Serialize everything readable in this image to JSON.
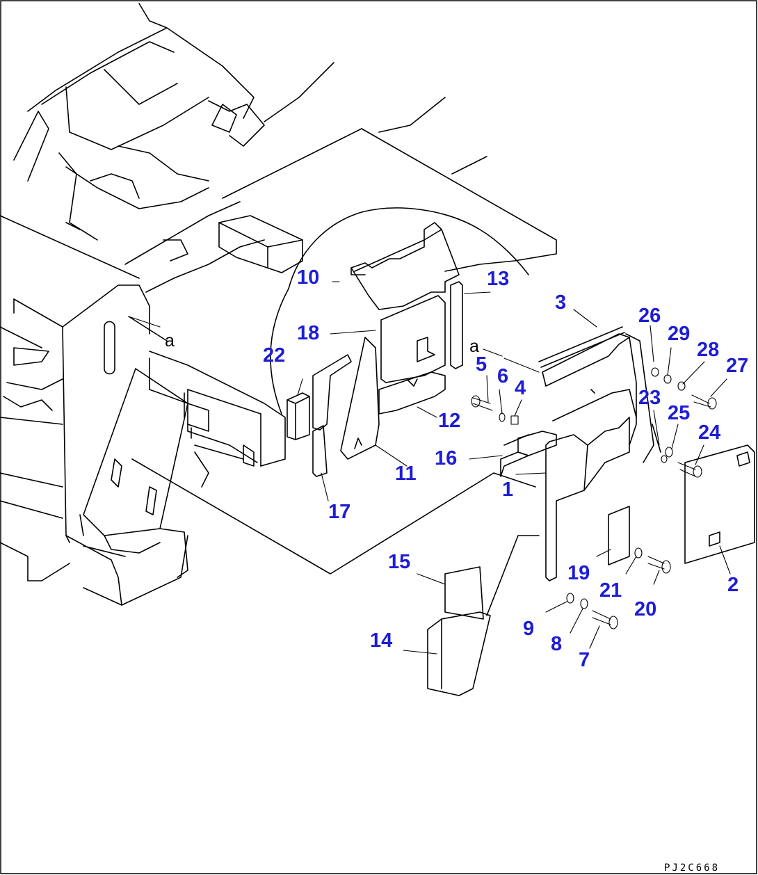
{
  "diagram": {
    "drawing_code": "PJ2C668",
    "markers": {
      "a_left": "a",
      "a_right": "a"
    },
    "callouts": {
      "c1": "1",
      "c2": "2",
      "c3": "3",
      "c4": "4",
      "c5": "5",
      "c6": "6",
      "c7": "7",
      "c8": "8",
      "c9": "9",
      "c10": "10",
      "c11": "11",
      "c12": "12",
      "c13": "13",
      "c14": "14",
      "c15": "15",
      "c16": "16",
      "c17": "17",
      "c18": "18",
      "c19": "19",
      "c20": "20",
      "c21": "21",
      "c22": "22",
      "c23": "23",
      "c24": "24",
      "c25": "25",
      "c26": "26",
      "c27": "27",
      "c28": "28",
      "c29": "29"
    }
  }
}
